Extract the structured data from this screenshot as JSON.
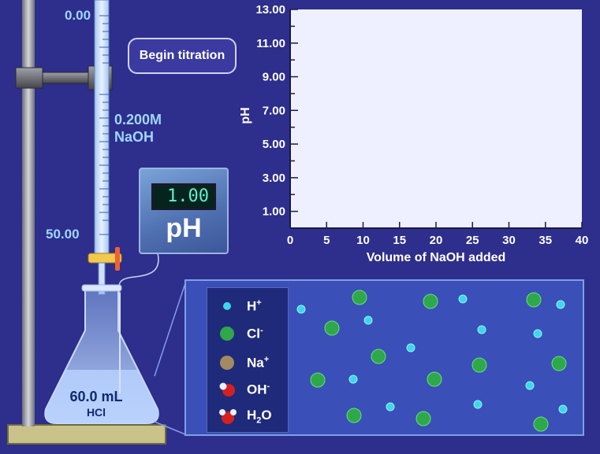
{
  "burette": {
    "top_label": "0.00",
    "bottom_label": "50.00",
    "concentration": "0.200M",
    "titrant": "NaOH"
  },
  "begin_button": {
    "label": "Begin titration"
  },
  "ph_meter": {
    "reading": "1.00",
    "label": "pH"
  },
  "flask": {
    "volume": "60.0 mL",
    "solution": "HCl"
  },
  "legend": {
    "items": [
      {
        "symbol": "H",
        "charge": "+",
        "color": "#3fd6e8",
        "icon": "h-plus-ion-icon"
      },
      {
        "symbol": "Cl",
        "charge": "-",
        "color": "#2ea84a",
        "icon": "cl-minus-ion-icon"
      },
      {
        "symbol": "Na",
        "charge": "+",
        "color": "#a48a60",
        "icon": "na-plus-ion-icon"
      },
      {
        "symbol": "OH",
        "charge": "-",
        "color": "#d42020",
        "icon": "oh-minus-ion-icon"
      },
      {
        "symbol": "H",
        "sub": "2",
        "tail": "O",
        "color": "#d42020",
        "icon": "water-molecule-icon"
      }
    ]
  },
  "particles": {
    "h_plus": [
      [
        382,
        393
      ],
      [
        467,
        407
      ],
      [
        521,
        442
      ],
      [
        587,
        380
      ],
      [
        611,
        419
      ],
      [
        682,
        424
      ],
      [
        711,
        387
      ],
      [
        448,
        482
      ],
      [
        495,
        517
      ],
      [
        606,
        514
      ],
      [
        672,
        490
      ],
      [
        714,
        520
      ]
    ],
    "cl_minus": [
      [
        456,
        378
      ],
      [
        546,
        383
      ],
      [
        677,
        381
      ],
      [
        421,
        417
      ],
      [
        480,
        453
      ],
      [
        608,
        464
      ],
      [
        709,
        462
      ],
      [
        403,
        483
      ],
      [
        551,
        482
      ],
      [
        449,
        528
      ],
      [
        537,
        532
      ],
      [
        686,
        539
      ]
    ]
  },
  "chart_data": {
    "type": "line",
    "title": "",
    "xlabel": "Volume of NaOH added",
    "ylabel": "pH",
    "xlim": [
      0,
      40
    ],
    "ylim": [
      0,
      13
    ],
    "xticks": [
      "0",
      "5",
      "10",
      "15",
      "20",
      "25",
      "30",
      "35",
      "40"
    ],
    "yticks": [
      "1.00",
      "3.00",
      "5.00",
      "7.00",
      "9.00",
      "11.00",
      "13.00"
    ],
    "series": [],
    "grid": false,
    "colors": {
      "plot_bg": "#eef0ff",
      "axis": "#1a1a4a"
    }
  }
}
